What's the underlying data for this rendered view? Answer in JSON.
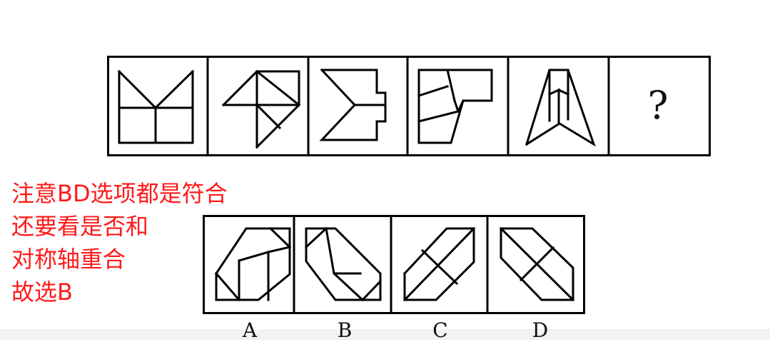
{
  "question": {
    "sequence_placeholder": "?"
  },
  "note_lines": [
    "注意BD选项都是符合",
    "还要看是否和",
    "对称轴重合",
    "故选B"
  ],
  "options": [
    "A",
    "B",
    "C",
    "D"
  ],
  "colors": {
    "note_text": "#ff1a1a",
    "line": "#000000",
    "background": "#ffffff"
  }
}
